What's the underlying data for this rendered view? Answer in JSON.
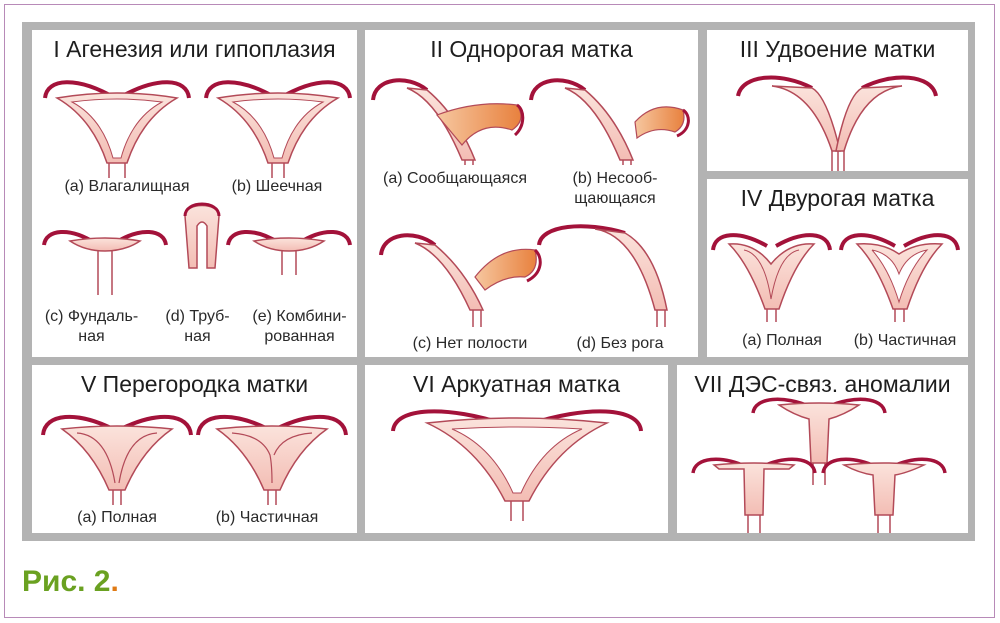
{
  "figure_caption": {
    "text": "Рис. 2",
    "dot": "."
  },
  "colors": {
    "caption": "#6aa121",
    "caption_dot": "#e07a14",
    "tube": "#a3123a",
    "uterus_fill": "#f6c7c0",
    "uterus_stroke": "#b34a58",
    "panel_border": "#b3b3b3"
  },
  "panels": {
    "p1": {
      "title": "I Агенезия или гипоплазия",
      "a": [
        "(a) Влагалищная"
      ],
      "b": [
        "(b) Шеечная"
      ],
      "c": [
        "(c) Фундаль-",
        "ная"
      ],
      "d": [
        "(d) Труб-",
        "ная"
      ],
      "e": [
        "(e) Комбини-",
        "рованная"
      ]
    },
    "p2": {
      "title": "II Однорогая матка",
      "a": [
        "(a) Сообщающаяся"
      ],
      "b": [
        "(b) Несооб-",
        "щающаяся"
      ],
      "c": [
        "(c) Нет полости"
      ],
      "d": [
        "(d) Без рога"
      ]
    },
    "p3": {
      "title": "III Удвоение матки"
    },
    "p4": {
      "title": "IV Двурогая матка",
      "a": [
        "(a) Полная"
      ],
      "b": [
        "(b) Частичная"
      ]
    },
    "p5": {
      "title": "V Перегородка матки",
      "a": [
        "(a) Полная"
      ],
      "b": [
        "(b) Частичная"
      ]
    },
    "p6": {
      "title": "VI Аркуатная матка"
    },
    "p7": {
      "title": "VII ДЭС-связ. аномалии"
    }
  }
}
